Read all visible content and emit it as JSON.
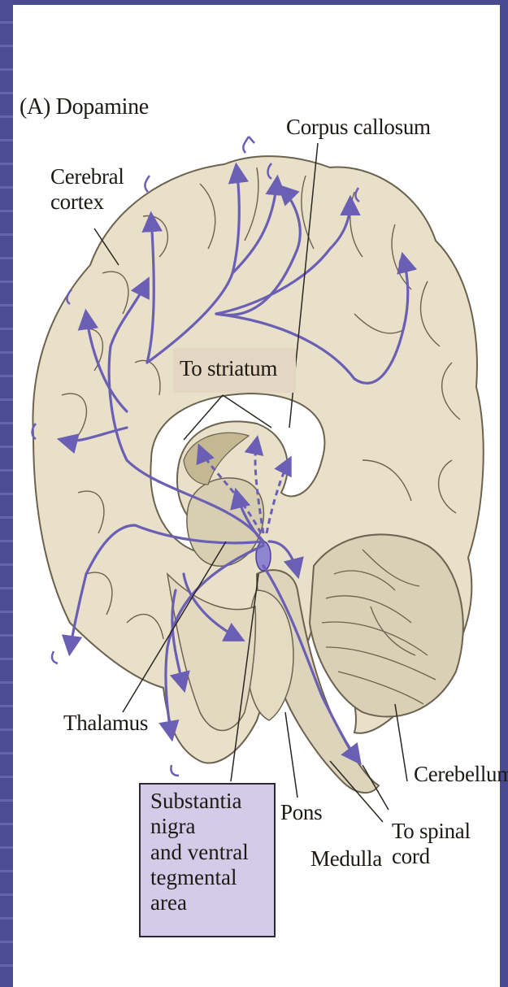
{
  "figure": {
    "panel_title": "(A) Dopamine",
    "labels": {
      "cerebral_cortex": "Cerebral\ncortex",
      "corpus_callosum": "Corpus callosum",
      "to_striatum": "To striatum",
      "thalamus": "Thalamus",
      "cerebellum": "Cerebellum",
      "substantia_nigra": "Substantia nigra\nand ventral\ntegmental area",
      "pons": "Pons",
      "medulla": "Medulla",
      "to_spinal_cord": "To spinal\ncord"
    },
    "colors": {
      "slide_background": "#4a4a90",
      "brain_tissue": "#e8e0c8",
      "pathway": "#6a5fb5",
      "highlight_box": "#d3cbe8",
      "striatum_box": "#e3d6c3"
    }
  }
}
